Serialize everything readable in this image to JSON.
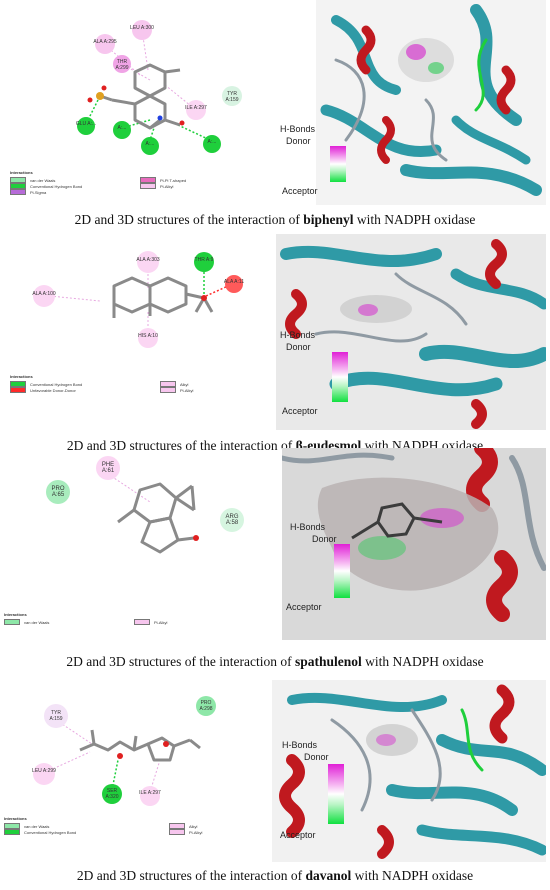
{
  "figures": [
    {
      "caption_prefix": "2D and 3D structures of the interaction of ",
      "compound": "biphenyl",
      "caption_suffix": " with NADPH oxidase",
      "residues": [
        "LEU A:300",
        "ALA A:295",
        "THR A:299",
        "ILE A:297",
        "TYR A:159",
        "GLU A:...",
        "A:...",
        "A:...",
        "A:..."
      ],
      "legend_title": "Interactions",
      "legend_items": [
        "van der Waals",
        "Conventional Hydrogen Bond",
        "Pi-Sigma",
        "Pi-Pi T-shaped",
        "Pi-Alkyl"
      ],
      "hbonds": {
        "title": "H-Bonds",
        "donor": "Donor",
        "acceptor": "Acceptor"
      }
    },
    {
      "caption_prefix": "2D and 3D structures of the interaction of ",
      "compound": "β-eudesmol",
      "caption_suffix": " with NADPH oxidase",
      "residues": [
        "ALA A:303",
        "THR A:9",
        "ALA A:100",
        "ALA A:11",
        "HIS A:10"
      ],
      "legend_title": "Interactions",
      "legend_items": [
        "Conventional Hydrogen Bond",
        "Unfavorable Donor-Donor",
        "Alkyl",
        "Pi-Alkyl"
      ],
      "hbonds": {
        "title": "H-Bonds",
        "donor": "Donor",
        "acceptor": "Acceptor"
      }
    },
    {
      "caption_prefix": "2D and 3D structures of the interaction of ",
      "compound": "spathulenol",
      "caption_suffix": " with NADPH oxidase",
      "residues": [
        "PHE A:61",
        "PRO A:65",
        "ARG A:58"
      ],
      "legend_title": "Interactions",
      "legend_items": [
        "van der Waals",
        "Pi-Alkyl"
      ],
      "hbonds": {
        "title": "H-Bonds",
        "donor": "Donor",
        "acceptor": "Acceptor"
      }
    },
    {
      "caption_prefix": "2D and 3D structures of the interaction of ",
      "compound": "davanol",
      "caption_suffix": " with NADPH oxidase",
      "residues": [
        "TYR A:159",
        "PRO A:298",
        "LEU A:299",
        "SER A:320",
        "ILE A:297"
      ],
      "legend_title": "Interactions",
      "legend_items": [
        "van der Waals",
        "Conventional Hydrogen Bond",
        "Alkyl",
        "Pi-Alkyl"
      ],
      "hbonds": {
        "title": "H-Bonds",
        "donor": "Donor",
        "acceptor": "Acceptor"
      }
    }
  ],
  "colors": {
    "vdw": "#8ee7a8",
    "hbond": "#1fcf3c",
    "pi_sigma": "#b66bd8",
    "pi_pi": "#e86bbd",
    "alkyl": "#f7c6ee",
    "unfavorable": "#ff2a2a",
    "helix": "#c0191f",
    "sheet": "#2f9aa6",
    "loop": "#8f9aa3"
  }
}
